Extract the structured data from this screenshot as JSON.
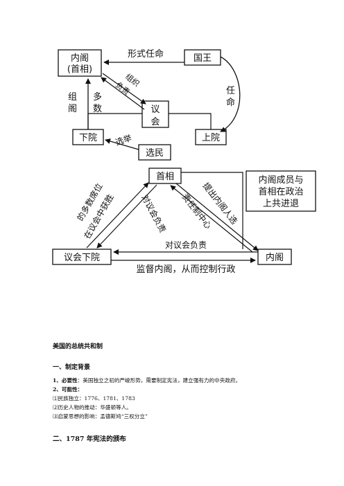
{
  "diagram_top": {
    "neige": "内阁",
    "shouxiang_paren": "(首相)",
    "guowang": "国王",
    "xingshi_renming": "形式任命",
    "renming": "任命",
    "fuze": "负责",
    "zuzhang": "组织",
    "zuge": "组阁",
    "duoshu": "多数",
    "yihui": "议会",
    "xiayuan": "下院",
    "shangyuan": "上院",
    "xuanju": "选举",
    "xuanmin": "选民"
  },
  "diagram_bottom": {
    "shouxiang": "首相",
    "note": [
      "内阁成员与",
      "首相在政治",
      "上共进退"
    ],
    "yihui_xiayuan": "议会下院",
    "neige": "内阁",
    "left_outer": [
      "的多数席位",
      "在议会中获胜"
    ],
    "left_inner": "对议会负责",
    "right_a": "提出内阁人选",
    "right_b": "责任制中心",
    "dui_yihui_fuze": "对议会负责",
    "jiandu": "监督内阁，从而控制行政"
  },
  "document": {
    "title": "美国的总统共和制",
    "section1": "一、制定背景",
    "line1_label": "1、必要性",
    "line1_text": "：美国独立之初的严峻形势，需要制定宪法，建立强有力的中央政府。",
    "line2": "2、可能性：",
    "line3": "⑴民族独立：1776、1781、1783",
    "line4": "⑵历史人物的推动：华盛顿等人。",
    "line5": "⑶启蒙思想的影响：孟德斯鸠“三权分立”",
    "section2": "二、1787 年宪法的颁布"
  }
}
